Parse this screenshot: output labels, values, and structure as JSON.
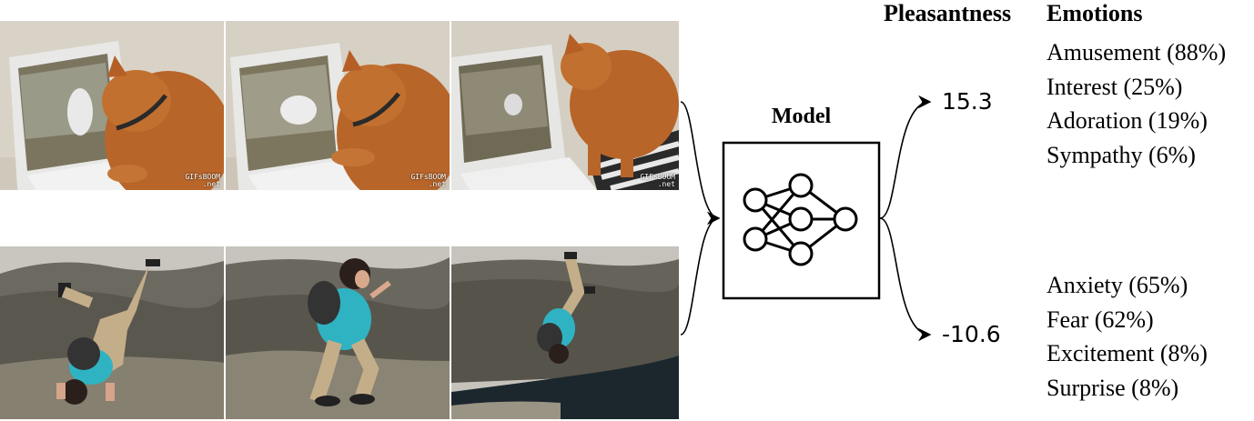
{
  "headers": {
    "pleasantness": "Pleasantness",
    "emotions": "Emotions"
  },
  "model": {
    "title": "Model",
    "icon": "neural-network-icon"
  },
  "videos": [
    {
      "name": "cat-watching-laptop",
      "watermark_line1": "GIFsBOOM",
      "watermark_line2": ".net",
      "pleasantness": "15.3",
      "emotions": [
        {
          "label": "Amusement (88%)"
        },
        {
          "label": "Interest (25%)"
        },
        {
          "label": "Adoration (19%)"
        },
        {
          "label": "Sympathy (6%)"
        }
      ]
    },
    {
      "name": "cliff-handstand",
      "pleasantness": "-10.6",
      "emotions": [
        {
          "label": "Anxiety (65%)"
        },
        {
          "label": "Fear (62%)"
        },
        {
          "label": "Excitement (8%)"
        },
        {
          "label": "Surprise (8%)"
        }
      ]
    }
  ],
  "colors": {
    "line": "#000000",
    "cat_fur": "#b8652a",
    "laptop": "#e6e6e6",
    "sky": "#c9c6c0",
    "shirt": "#2fb3c2",
    "rock": "#6f6a60",
    "water": "#1b262d"
  }
}
